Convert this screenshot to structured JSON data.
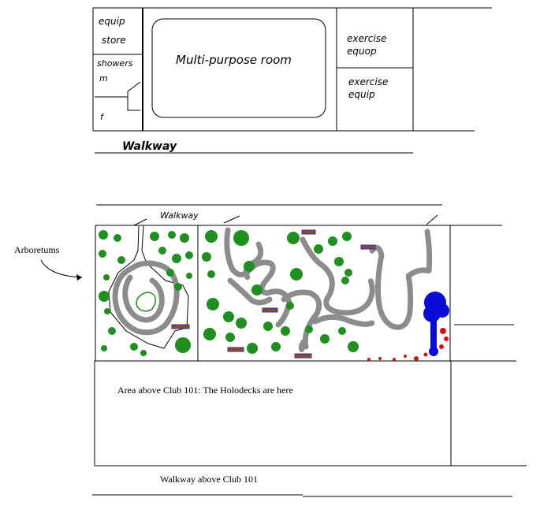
{
  "upper_level": {
    "equip_store": [
      "equip",
      "store"
    ],
    "showers": {
      "label": "showers",
      "m": "m",
      "f": "f"
    },
    "multipurpose_room": "Multi-purpose room",
    "exercise_1": [
      "exercise",
      "equop"
    ],
    "exercise_2": [
      "exercise",
      "equip"
    ],
    "walkway": "Walkway"
  },
  "lower_level": {
    "walkway": "Walkway",
    "arboretums_label": "Arboretums",
    "club_area": "Area above Club 101: The Holodecks are here",
    "walkway_bottom": "Walkway above Club 101"
  },
  "colors": {
    "trees": "#1f8f1f",
    "paths": "#8c8c8c",
    "benches": "#8b4a2b",
    "bench_border": "#3030a0",
    "flowers_blue": "#0b0bd8",
    "flowers_red": "#d81010",
    "pond": "#1f8f1f"
  }
}
